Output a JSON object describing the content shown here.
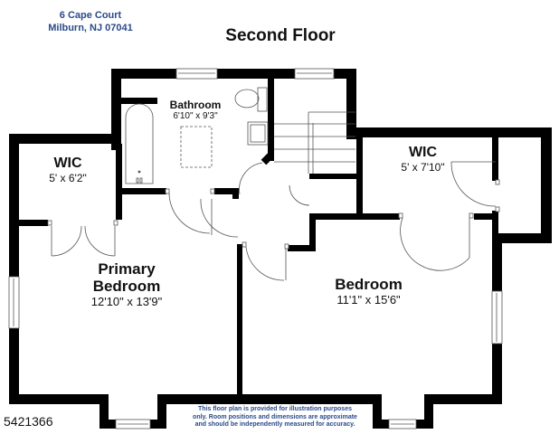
{
  "header": {
    "address_line1": "6 Cape Court",
    "address_line2": "Milburn, NJ 07041",
    "floor_title": "Second Floor"
  },
  "rooms": {
    "bathroom": {
      "name": "Bathroom",
      "dimensions": "6'10\" x 9'3\""
    },
    "wic_left": {
      "name": "WIC",
      "dimensions": "5' x 6'2\""
    },
    "wic_right": {
      "name": "WIC",
      "dimensions": "5' x 7'10\""
    },
    "primary_bedroom": {
      "name_line1": "Primary",
      "name_line2": "Bedroom",
      "dimensions": "12'10\" x 13'9\""
    },
    "bedroom": {
      "name": "Bedroom",
      "dimensions": "11'1\" x 15'6\""
    }
  },
  "footer": {
    "disclaimer_line1": "This floor plan is provided for illustration purposes",
    "disclaimer_line2": "only.  Room positions and dimensions are approximate",
    "disclaimer_line3": "and should be independently measured for accuracy.",
    "listing_id": "5421366"
  },
  "colors": {
    "wall": "#000000",
    "address_text": "#2b4a8b",
    "disclaimer_text": "#2b4a8b"
  }
}
